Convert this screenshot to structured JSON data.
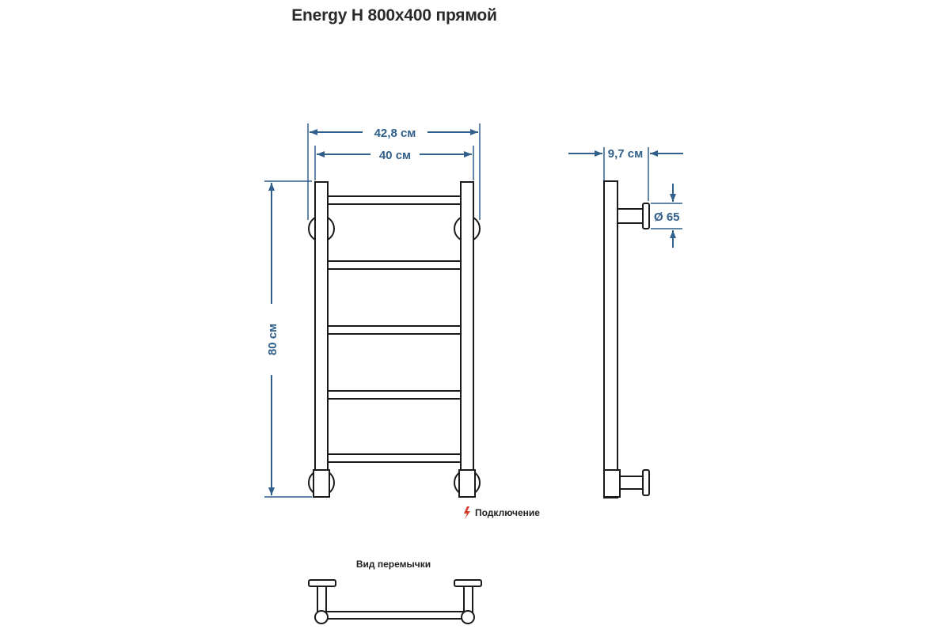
{
  "title": "Energy H 800x400 прямой",
  "dimensions": {
    "outer_width": "42,8 см",
    "inner_width": "40 см",
    "height": "80 см",
    "depth": "9,7 см",
    "flange_diameter": "Ø 65"
  },
  "legend": {
    "connection_label": "Подключение"
  },
  "bottom_view": {
    "title": "Вид перемычки"
  },
  "colors": {
    "dimension": "#2f5f8a",
    "outline": "#1a1a1a",
    "connection_icon": "#d9382b"
  }
}
